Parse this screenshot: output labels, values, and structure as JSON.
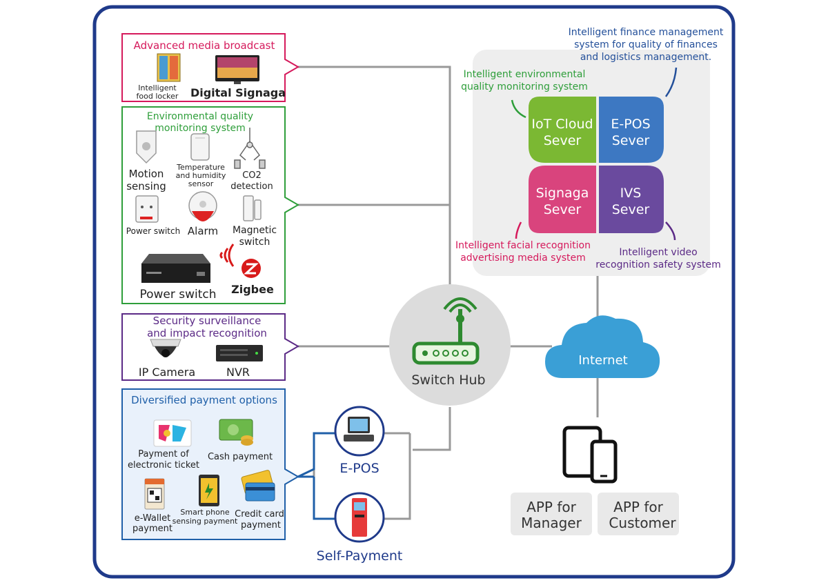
{
  "colors": {
    "frame": "#1f3a8a",
    "media": "#d5195b",
    "env": "#2e9e3a",
    "security": "#5b2a86",
    "payment": "#1f5fa8",
    "connector": "#999999",
    "iot_green": "#7bb833",
    "epos_blue": "#3d78c2",
    "signaga_pink": "#d9447d",
    "ivs_purple": "#6a4a9e",
    "cloud_blue": "#3a9fd6",
    "finance_text": "#24509a",
    "env_text": "#2e9e3a",
    "facial_text": "#d5195b",
    "video_text": "#5b2a86"
  },
  "media": {
    "title": "Advanced media broadcast",
    "food_locker": [
      "Intelligent",
      "food locker"
    ],
    "signage": "Digital Signaga"
  },
  "env": {
    "title": [
      "Environmental quality",
      "monitoring system"
    ],
    "motion": [
      "Motion",
      "sensing"
    ],
    "temp": [
      "Temperature",
      "and humidity",
      "sensor"
    ],
    "co2": [
      "CO2",
      "detection"
    ],
    "power_switch_small": "Power switch",
    "alarm": "Alarm",
    "magnetic": [
      "Magnetic",
      "switch"
    ],
    "power_switch_big": "Power switch",
    "zigbee": "Zigbee"
  },
  "security": {
    "title": [
      "Security surveillance",
      "and impact recognition"
    ],
    "camera": "IP Camera",
    "nvr": "NVR"
  },
  "payment": {
    "title": "Diversified payment options",
    "eticket": [
      "Payment of",
      "electronic ticket"
    ],
    "cash": "Cash payment",
    "ewallet": [
      "e-Wallet",
      "payment"
    ],
    "smartphone": [
      "Smart phone",
      "sensing payment"
    ],
    "credit": [
      "Credit card",
      "payment"
    ]
  },
  "hub": {
    "label": "Switch Hub"
  },
  "terminals": {
    "epos": "E-POS",
    "self": "Self-Payment"
  },
  "servers": {
    "iot": [
      "IoT Cloud",
      "Sever"
    ],
    "epos": [
      "E-POS",
      "Sever"
    ],
    "signaga": [
      "Signaga",
      "Sever"
    ],
    "ivs": [
      "IVS",
      "Sever"
    ],
    "finance": [
      "Intelligent finance management",
      "system for quality of finances",
      "and logistics management."
    ],
    "env": [
      "Intelligent environmental",
      "quality monitoring system"
    ],
    "facial": [
      "Intelligent facial recognition",
      "advertising media system"
    ],
    "video": [
      "Intelligent video",
      "recognition safety system"
    ]
  },
  "internet": {
    "label": "Internet"
  },
  "apps": {
    "manager": [
      "APP for",
      "Manager"
    ],
    "customer": [
      "APP for",
      "Customer"
    ]
  }
}
